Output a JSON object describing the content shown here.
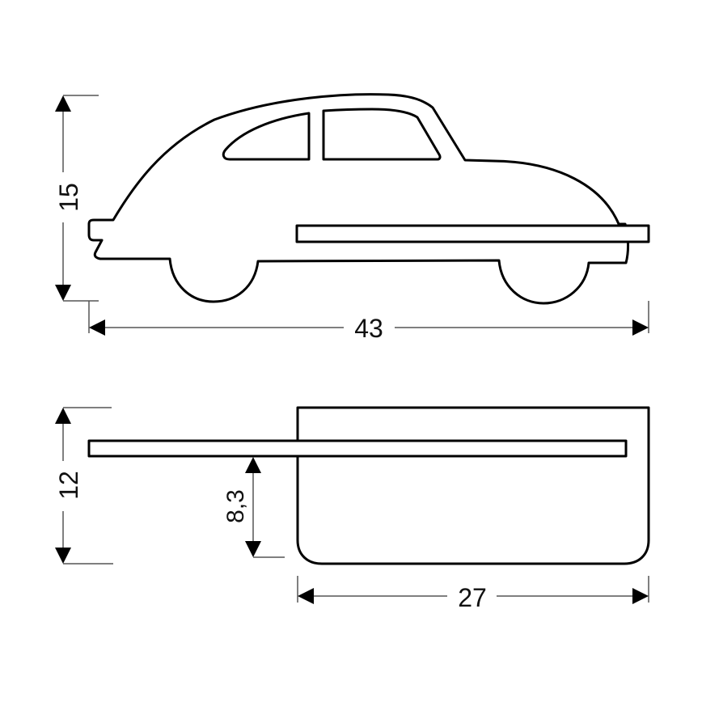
{
  "diagram": {
    "title": "",
    "units": "",
    "side_view": {
      "subject": "car-shaped wall shelf, side view",
      "height_label": "15",
      "width_label": "43"
    },
    "top_view": {
      "subject": "car-shaped wall shelf, top view",
      "depth_label": "12",
      "shelf_offset_label": "8,3",
      "shelf_depth_label": "27"
    },
    "colors": {
      "line": "#000000",
      "dimension_line": "#555555",
      "background": "#ffffff"
    }
  }
}
